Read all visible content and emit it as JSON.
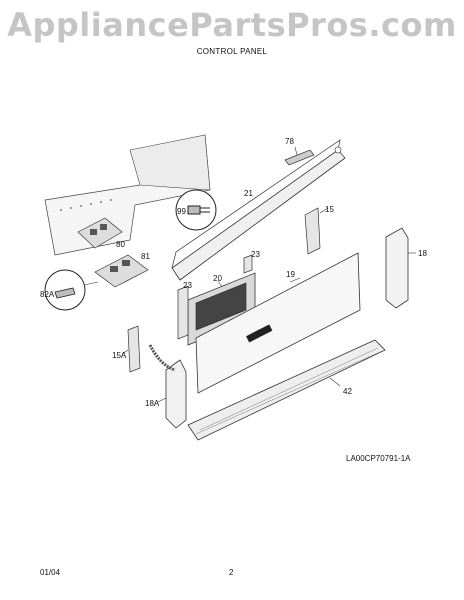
{
  "watermark": "AppliancePartsPros.com",
  "header": {
    "subtitle": "CONTROL PANEL"
  },
  "callouts": [
    "78",
    "21",
    "99",
    "15",
    "80",
    "23",
    "81",
    "18",
    "23",
    "20",
    "19",
    "82A",
    "15A",
    "18A",
    "42"
  ],
  "figure_code": "LA00CP70791-1A",
  "footer": {
    "date": "01/04",
    "page": "2"
  }
}
